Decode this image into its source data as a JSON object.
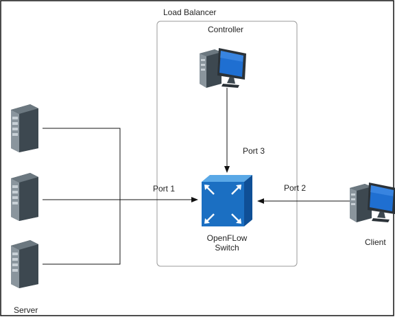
{
  "diagram": {
    "outer_label": "Load Balancer",
    "inner_box_label": "Controller",
    "nodes": {
      "servers": {
        "label": "Server",
        "icon": "server-tower-icon",
        "count": 3
      },
      "controller": {
        "icon": "workstation-icon"
      },
      "switch": {
        "label_line1": "OpenFLow",
        "label_line2": "Switch",
        "icon": "openflow-switch-icon"
      },
      "client": {
        "label": "Client",
        "icon": "workstation-icon"
      }
    },
    "edges": [
      {
        "from": "servers",
        "to": "switch",
        "label": "Port 1"
      },
      {
        "from": "client",
        "to": "switch",
        "label": "Port 2"
      },
      {
        "from": "controller",
        "to": "switch",
        "label": "Port 3"
      }
    ]
  },
  "colors": {
    "frame": "#111111",
    "inner_box": "#9a9a9a",
    "server_dark": "#3d4850",
    "server_light": "#8a959d",
    "monitor_blue": "#1f6fd1",
    "switch_front": "#1b6fc2",
    "switch_top": "#5aa8e6",
    "switch_side": "#0f4f96"
  }
}
